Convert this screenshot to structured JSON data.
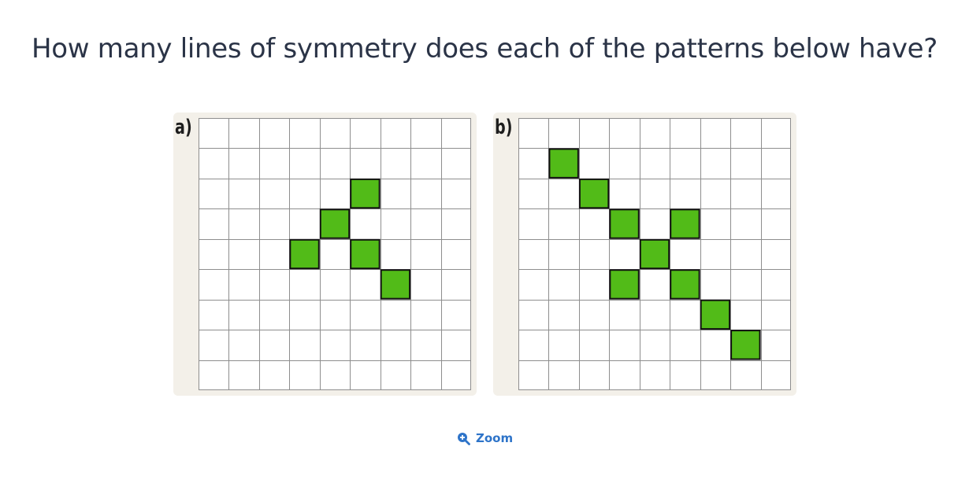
{
  "question": {
    "text": "How many lines of symmetry does each of the patterns below have?"
  },
  "patterns": [
    {
      "label": "a)",
      "grid_size": 9,
      "filled_cells": [
        [
          5,
          2
        ],
        [
          4,
          3
        ],
        [
          3,
          4
        ],
        [
          5,
          4
        ],
        [
          6,
          5
        ]
      ]
    },
    {
      "label": "b)",
      "grid_size": 9,
      "filled_cells": [
        [
          1,
          1
        ],
        [
          2,
          2
        ],
        [
          3,
          3
        ],
        [
          5,
          3
        ],
        [
          4,
          4
        ],
        [
          3,
          5
        ],
        [
          5,
          5
        ],
        [
          6,
          6
        ],
        [
          7,
          7
        ]
      ]
    }
  ],
  "colors": {
    "fill": "#52bb18",
    "gridline": "#8e8e8e",
    "panel_bg": "#f3f0e9",
    "text": "#2b3447",
    "link": "#2e74c9"
  },
  "zoom": {
    "label": "Zoom",
    "icon": "zoom-in-icon"
  }
}
